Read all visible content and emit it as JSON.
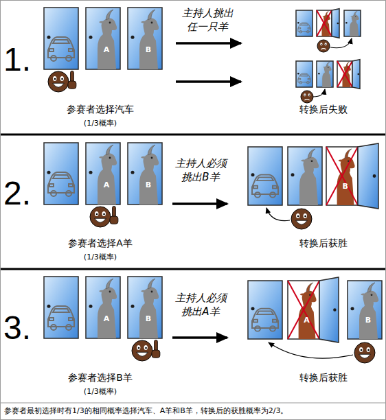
{
  "diagram": {
    "caption": "参赛者最初选择时有1/3的相同概率选择汽车、A羊和B羊，转换后的获胜概率为2/3。",
    "nodes": [
      {
        "text": [
          "1.",
          "主持人挑出 任一只羊",
          "参赛者选择汽车",
          "(1/3概率)",
          "转换后失败"
        ]
      },
      {
        "text": [
          "2.",
          "主持人必须 挑出B羊",
          "参赛者选择A羊",
          "(1/3概率)",
          "转换后获胜"
        ]
      },
      {
        "text": [
          "3.",
          "主持人必须 挑出A羊",
          "参赛者选择B羊",
          "(1/3概率)",
          "转换后获胜"
        ]
      }
    ],
    "labels": [
      "A",
      "B",
      "A",
      "B",
      "B",
      "A",
      "B",
      "A",
      "B"
    ]
  }
}
